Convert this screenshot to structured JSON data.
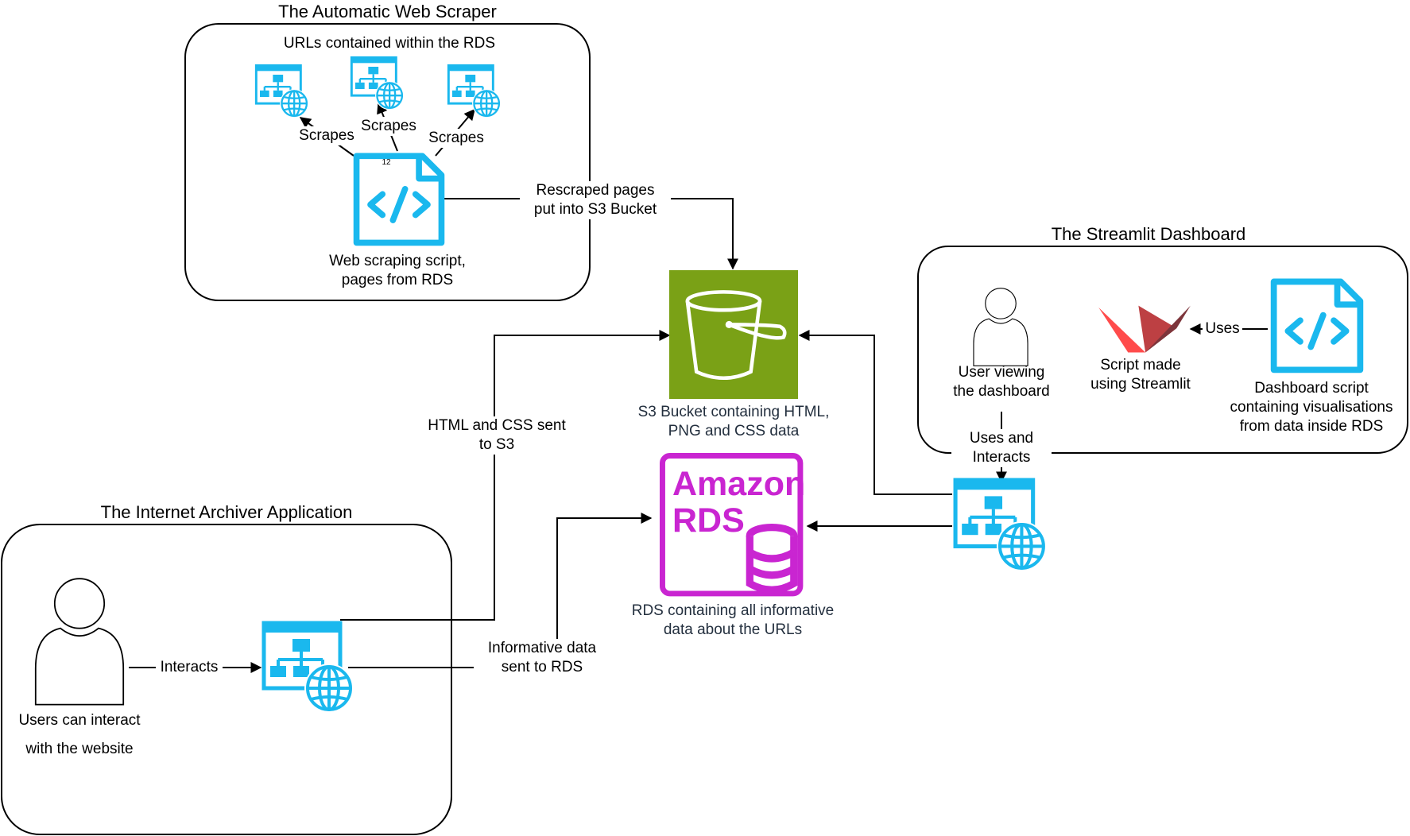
{
  "groups": {
    "scraper": "The Automatic Web Scraper",
    "archiver": "The Internet Archiver Application",
    "dashboard": "The Streamlit Dashboard"
  },
  "nodes": {
    "urls_caption": "URLs contained within the RDS",
    "scrape_count": "12",
    "scraping_script": "Web scraping script,\npages from RDS",
    "s3": "S3 Bucket containing HTML,\nPNG and CSS data",
    "rds_logo": "Amazon\nRDS",
    "rds": "RDS containing all informative\ndata about the URLs",
    "archiver_user": "Users can interact\nwith the website",
    "dashboard_user": "User viewing\nthe dashboard",
    "streamlit": "Script made\nusing Streamlit",
    "dashboard_script": "Dashboard script\ncontaining visualisations\nfrom data inside RDS"
  },
  "edges": {
    "scrapes_1": "Scrapes",
    "scrapes_2": "Scrapes",
    "scrapes_3": "Scrapes",
    "rescraped": "Rescraped pages\nput into S3 Bucket",
    "html_css": "HTML and CSS sent\nto S3",
    "informative": "Informative data\nsent to RDS",
    "interacts": "Interacts",
    "uses": "Uses",
    "uses_and_interacts": "Uses and\nInteracts"
  },
  "colors": {
    "azure_blue": "#1ab8ee",
    "s3_green": "#7aa116",
    "rds_magenta": "#c925d1",
    "streamlit_red": "#ff4b4b",
    "aws_text": "#232f3e"
  },
  "icons": {
    "website": "website-globe-icon",
    "code": "code-file-icon",
    "user": "user-silhouette-icon",
    "bucket": "s3-bucket-icon",
    "database": "rds-database-icon",
    "boat": "streamlit-logo-icon"
  }
}
